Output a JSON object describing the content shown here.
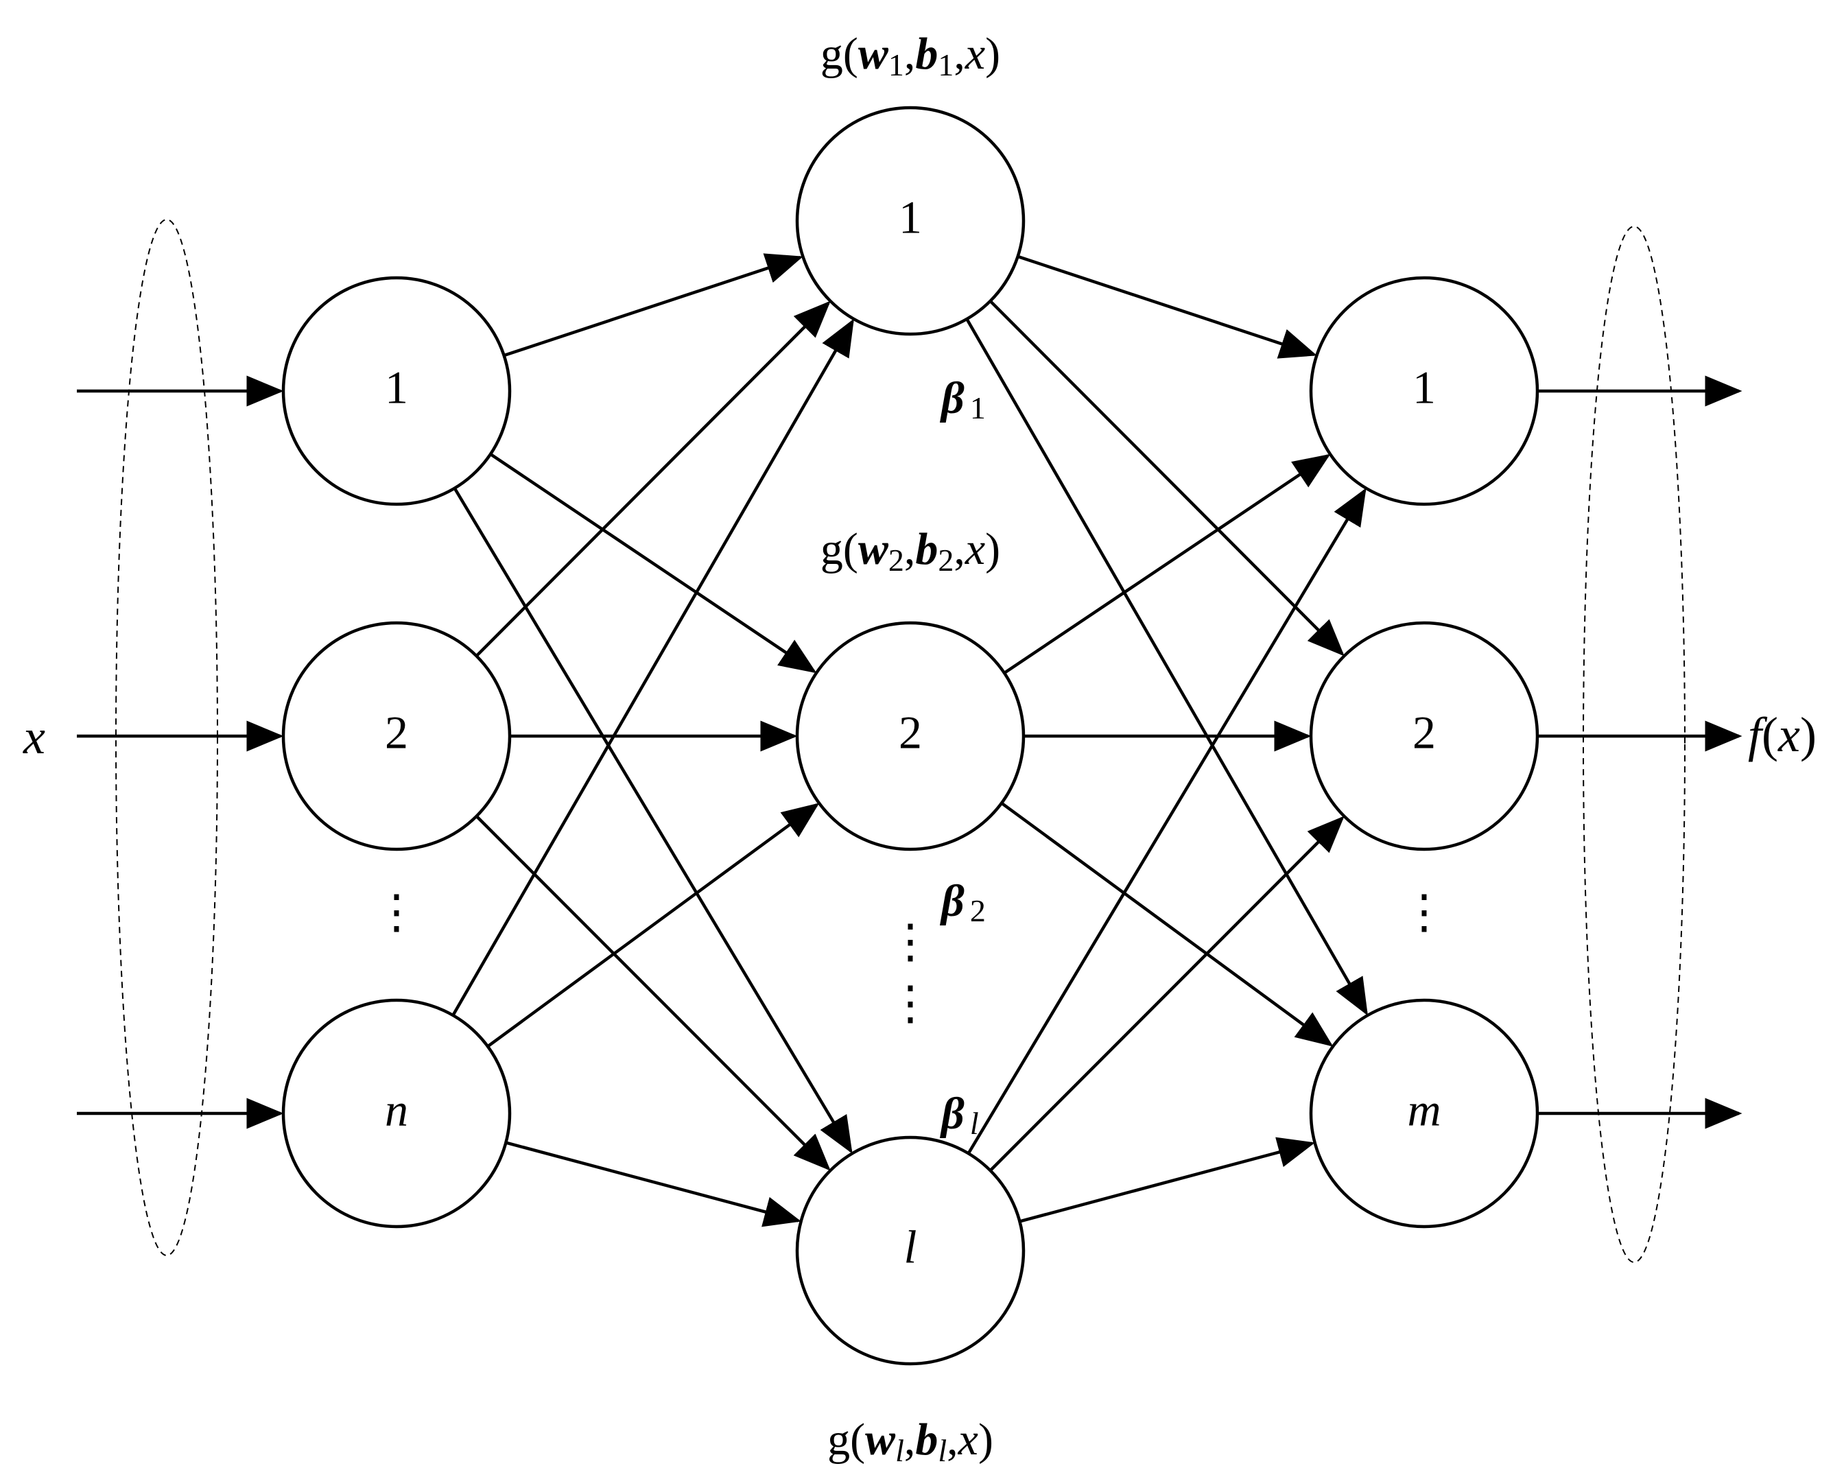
{
  "input_layer": {
    "external_label": "x",
    "nodes": [
      {
        "label": "1",
        "italic": false
      },
      {
        "label": "2",
        "italic": false
      },
      {
        "label": "n",
        "italic": true
      }
    ],
    "ellipsis": "⋮"
  },
  "hidden_layer": {
    "nodes": [
      {
        "label": "1",
        "italic": false
      },
      {
        "label": "2",
        "italic": false
      },
      {
        "label": "l",
        "italic": true
      }
    ],
    "ellipsis": "⋮",
    "activations": [
      {
        "func": "g(",
        "w": "w",
        "w_sub": "1",
        "b": "b",
        "b_sub": "1",
        "x": "x",
        "close": ")"
      },
      {
        "func": "g(",
        "w": "w",
        "w_sub": "2",
        "b": "b",
        "b_sub": "2",
        "x": "x",
        "close": ")"
      },
      {
        "func": "g(",
        "w": "w",
        "w_sub": "l",
        "b": "b",
        "b_sub": "l",
        "x": "x",
        "close": ")"
      }
    ],
    "output_weights": [
      {
        "symbol": "β",
        "sub": "1"
      },
      {
        "symbol": "β",
        "sub": "2"
      },
      {
        "symbol": "β",
        "sub": "l"
      }
    ]
  },
  "output_layer": {
    "external_label": {
      "func": "f",
      "open": "(",
      "arg": "x",
      "close": ")"
    },
    "nodes": [
      {
        "label": "1",
        "italic": false
      },
      {
        "label": "2",
        "italic": false
      },
      {
        "label": "m",
        "italic": true
      }
    ],
    "ellipsis": "⋮"
  },
  "colors": {
    "stroke": "#000000",
    "background": "#ffffff"
  }
}
